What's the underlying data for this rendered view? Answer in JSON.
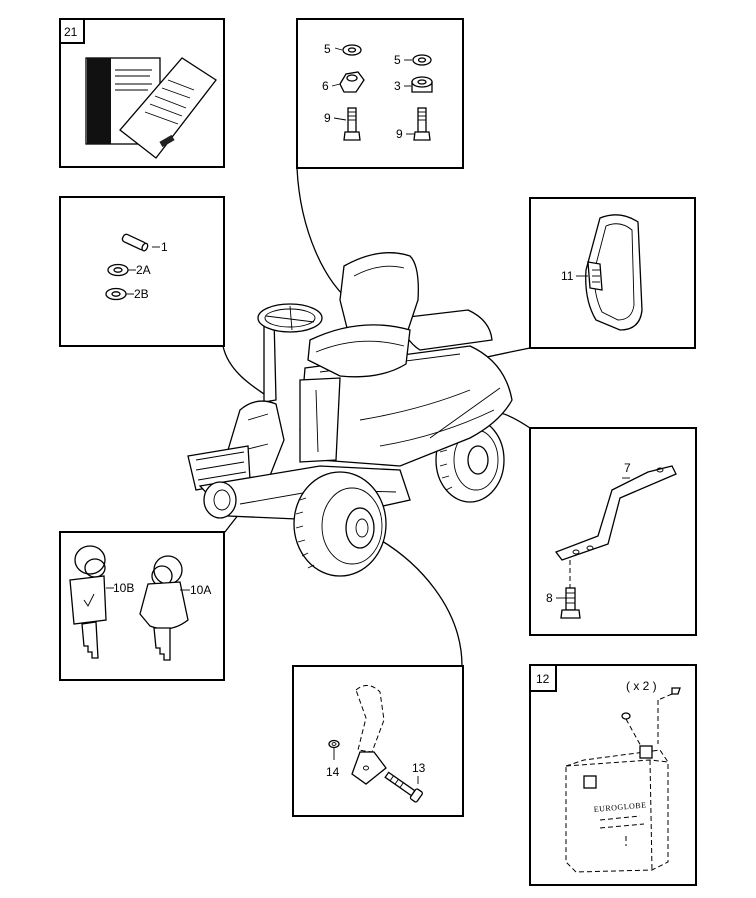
{
  "callouts": {
    "manual_ref": "21",
    "bolt_left_washer": "5",
    "bolt_left_bracket": "6",
    "bolt_left_bolt": "9",
    "bolt_right_washer": "5",
    "bolt_right_spacer": "3",
    "bolt_right_bolt": "9",
    "pin": "1",
    "washer_a": "2A",
    "washer_b": "2B",
    "handle": "11",
    "bracket": "7",
    "bracket_screw": "8",
    "key_b": "10B",
    "key_a": "10A",
    "pedal_washer": "14",
    "pedal_bolt": "13",
    "battery_ref": "12",
    "battery_qty": "( x 2 )"
  },
  "battery_brand": "EUROGLOBE"
}
